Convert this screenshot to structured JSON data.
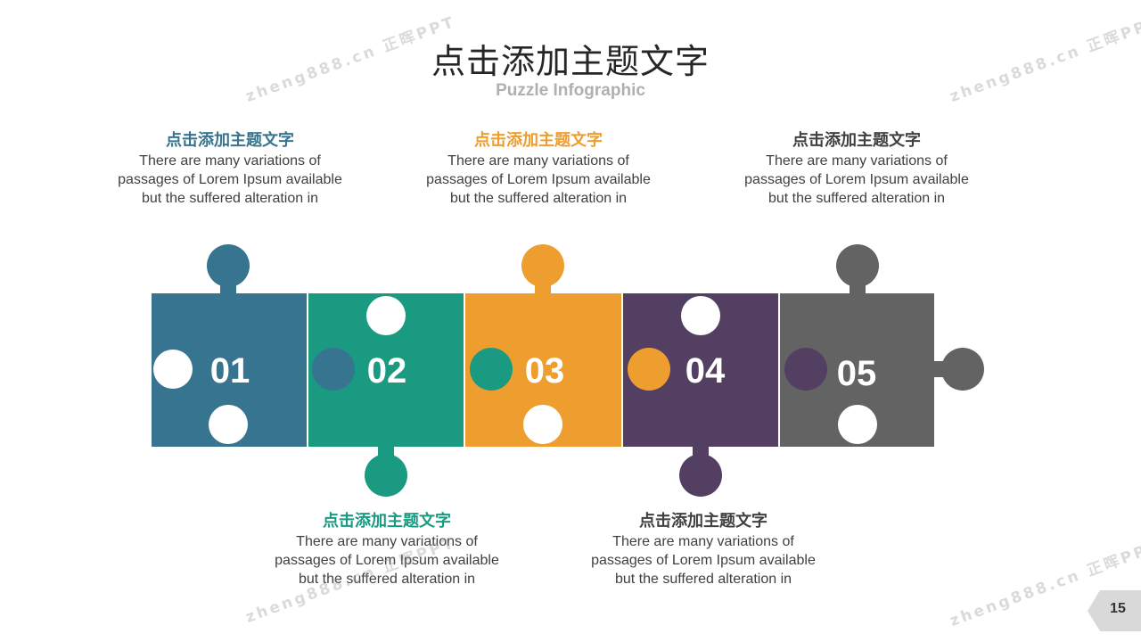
{
  "title": "点击添加主题文字",
  "subtitle": "Puzzle Infographic",
  "page_number": "15",
  "watermark": "zheng888.cn 正晖PPT",
  "colors": {
    "piece1": "#37748F",
    "piece2": "#1A9A80",
    "piece3": "#EE9E2E",
    "piece4": "#523F62",
    "piece5": "#636363"
  },
  "pieces": [
    {
      "number": "01",
      "heading": "点击添加主题文字",
      "text": "There are many variations of passages of Lorem Ipsum available but the suffered alteration in"
    },
    {
      "number": "02",
      "heading": "点击添加主题文字",
      "text": "There are many variations of passages of Lorem Ipsum available but the suffered alteration in"
    },
    {
      "number": "03",
      "heading": "点击添加主题文字",
      "text": "There are many variations of passages of Lorem Ipsum available but the suffered alteration in"
    },
    {
      "number": "04",
      "heading": "点击添加主题文字",
      "text": "There are many variations of passages of Lorem Ipsum available but the suffered alteration in"
    },
    {
      "number": "05",
      "heading": "点击添加主题文字",
      "text": "There are many variations of passages of Lorem Ipsum available but the suffered alteration in"
    }
  ]
}
